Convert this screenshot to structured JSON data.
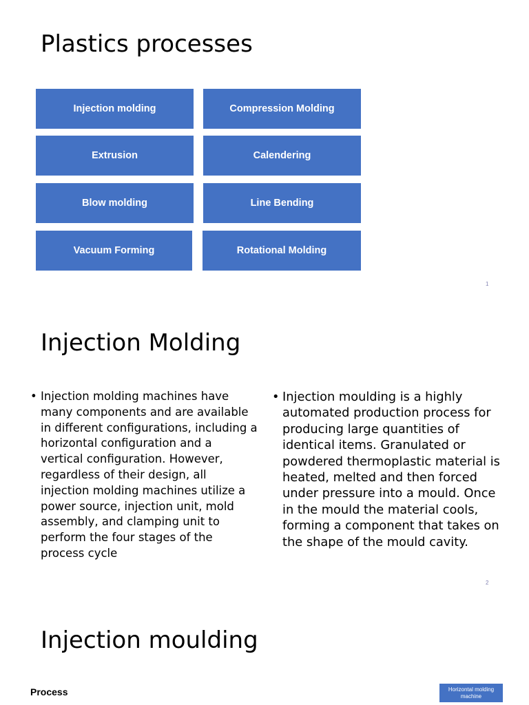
{
  "slide1": {
    "title": "Plastics processes",
    "tiles": [
      "Injection molding",
      "Compression Molding",
      "Extrusion",
      "Calendering",
      "Blow molding",
      "Line Bending",
      "Vacuum Forming",
      "Rotational Molding"
    ],
    "page_number": "1"
  },
  "slide2": {
    "title": "Injection Molding",
    "left_bullet": "Injection molding machines have many components and are available in different configurations, including a horizontal configuration and a vertical configuration. However, regardless of their design, all injection molding machines utilize a power source, injection unit, mold assembly, and clamping unit to perform the four stages of the process cycle",
    "right_bullet": "Injection moulding is a highly automated production process for producing large quantities of identical items.  Granulated or powdered thermoplastic material is heated, melted and then forced under pressure into a mould.  Once in the mould the material cools, forming a component that takes on the shape of the mould cavity.",
    "page_number": "2"
  },
  "slide3": {
    "title": "Injection moulding",
    "section_label": "Process",
    "button_label": "Horizontal molding machine"
  },
  "colors": {
    "tile": "#4472c4",
    "text": "#000000"
  }
}
